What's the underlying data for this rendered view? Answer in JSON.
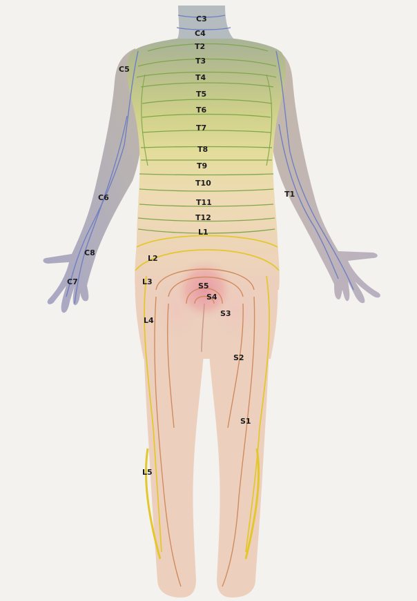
{
  "colors": {
    "background": "#f3f2ee",
    "skin": "#ecd2c0",
    "cervical": "#6f7fc2",
    "thoracic": "#7fa64a",
    "lumbar": "#e3c72c",
    "sacral": "#d08a5c",
    "perianal": "#d9798a"
  },
  "labels": {
    "c3": "C3",
    "c4": "C4",
    "t2": "T2",
    "t3": "T3",
    "c5": "C5",
    "t4": "T4",
    "t5": "T5",
    "t6": "T6",
    "t7": "T7",
    "t8": "T8",
    "t9": "T9",
    "t10": "T10",
    "t11": "T11",
    "t12": "T12",
    "l1": "L1",
    "c6": "C6",
    "t1": "T1",
    "c8": "C8",
    "l2": "L2",
    "l3": "L3",
    "c7": "C7",
    "s5": "S5",
    "s4": "S4",
    "s3": "S3",
    "l4": "L4",
    "s2": "S2",
    "s1": "S1",
    "l5": "L5"
  }
}
